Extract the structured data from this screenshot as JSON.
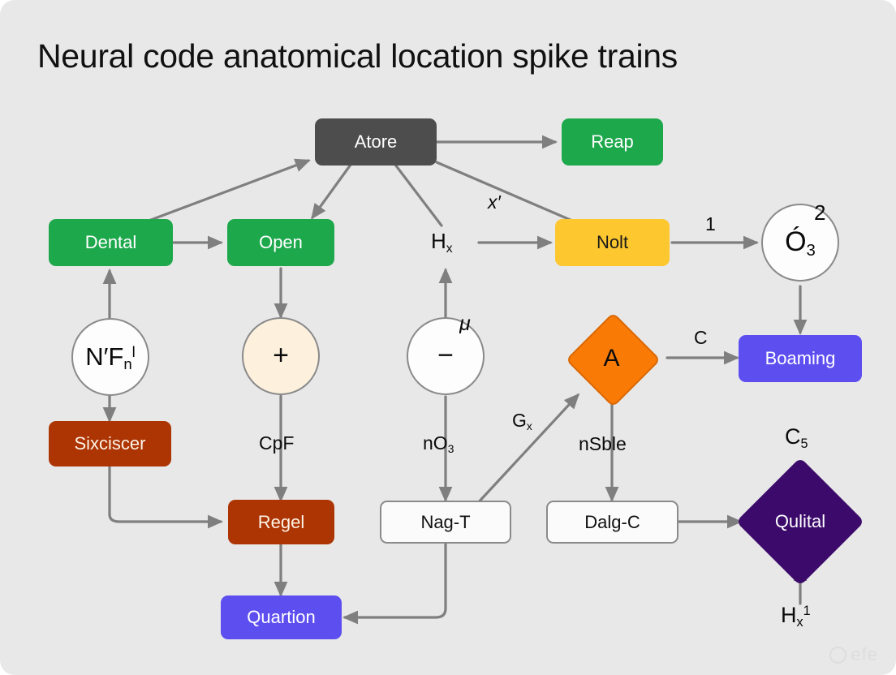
{
  "title": "Neural code anatomical location spike trains",
  "colors": {
    "background": "#e8e8e8",
    "dark": "#4d4d4d",
    "green": "#1da84c",
    "amber": "#fdc72f",
    "brown": "#ad3503",
    "purple": "#5d4ef0",
    "orange": "#f97b06",
    "violet": "#3b0a6b",
    "cream": "#fdf1de",
    "edge": "#7f7f7f"
  },
  "nodes": {
    "atore": "Atore",
    "reap": "Reap",
    "dental": "Dental",
    "open": "Open",
    "nolt": "Nolt",
    "sixciscer": "Sixciscer",
    "regel": "Regel",
    "quartion": "Quartion",
    "boaming": "Boaming",
    "nagt": "Nag-T",
    "dalgc": "Dalg-C",
    "qulital": "Qulital",
    "plus": "+",
    "minus": "−",
    "nfn_base": "N′F",
    "nfn_sub": "n",
    "nfn_sup": "l",
    "o3_base": "Ó",
    "o3_sub": "3",
    "o3_sup": "2",
    "a_diamond": "A"
  },
  "glyph_labels": {
    "hx_base": "H",
    "hx_sub": "x",
    "mu": "μ",
    "hx1_base": "H",
    "hx1_sub": "x",
    "hx1_sup": "1",
    "c5_base": "C",
    "c5_sub": "5"
  },
  "edge_labels": {
    "x_prime": "x′",
    "one": "1",
    "c": "C",
    "cpf": "CpF",
    "no3_base": "nO",
    "no3_sub": "3",
    "gx_base": "G",
    "gx_sub": "x",
    "nsble": "nSble"
  },
  "watermark": "efe"
}
